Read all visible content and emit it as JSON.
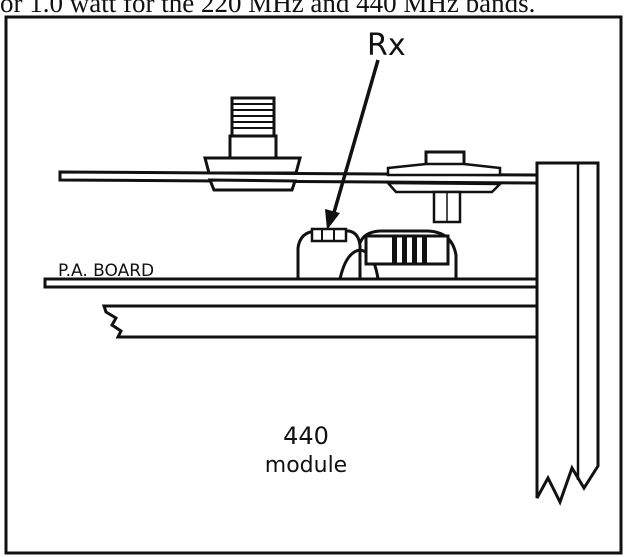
{
  "header_text": "or 1.0 watt for the 220 MHz and 440 MHz bands.",
  "diagram": {
    "rx_label": "Rx",
    "board_label": "P.A. BOARD",
    "module_line1": "440",
    "module_line2": "module"
  }
}
